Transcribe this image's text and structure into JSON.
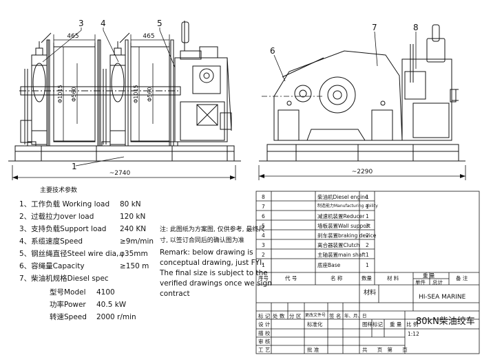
{
  "dimensions": {
    "left_total": "~2740",
    "drum_width_1": "465",
    "drum_width_2": "465",
    "drum_dia_1": "Φ1015",
    "drum_dia_2": "Φ560",
    "drum_dia_3": "Φ1015",
    "drum_dia_4": "Φ560",
    "right_total": "~2290"
  },
  "callouts": [
    "3",
    "4",
    "5",
    "6",
    "7",
    "8",
    "1"
  ],
  "specs": {
    "title": "主要技术参数",
    "rows": [
      {
        "label": "1、工作负载 Working load",
        "value": "80  kN"
      },
      {
        "label": "2、过载拉力over load",
        "value": "120 kN"
      },
      {
        "label": "3、支持负载Support load",
        "value": "240 KN"
      },
      {
        "label": "4、系缆速度Speed",
        "value": "≥9m/min"
      },
      {
        "label": "5、钢丝绳直径Steel wire dia,.",
        "value": "φ35mm"
      },
      {
        "label": "6、容绳量Capacity",
        "value": "≥150 m"
      },
      {
        "label": "7、柴油机规格Diesel spec",
        "value": ""
      }
    ],
    "diesel": [
      {
        "label": "型号Model",
        "value": "4100"
      },
      {
        "label": "功率Power",
        "value": "40.5 kW"
      },
      {
        "label": "转速Speed",
        "value": "2000 r/min"
      }
    ]
  },
  "note": {
    "cn_line1": "注: 此图纸为方案图, 仅供参考, 最终尺",
    "cn_line2": "寸, 以签订合同后的确认图为准",
    "en": [
      "Remark: below drawing is",
      "conceptual drawing, just FYI.",
      "The final size is subject to the",
      "verified drawings once we sign",
      "contract"
    ]
  },
  "parts_list": {
    "rows": [
      {
        "no": "8",
        "name": "柴油机Diesel engine",
        "qty": "1"
      },
      {
        "no": "7",
        "name": "制造能力Manufacturing ability",
        "qty": "1"
      },
      {
        "no": "6",
        "name": "减速机装置Reducer",
        "qty": "1"
      },
      {
        "no": "5",
        "name": "墙板装置Wall support",
        "qty": "3"
      },
      {
        "no": "4",
        "name": "刹车装置braking device",
        "qty": "2"
      },
      {
        "no": "3",
        "name": "离合器装置Clutch",
        "qty": "2"
      },
      {
        "no": "2",
        "name": "主轴装置main shaft",
        "qty": "1"
      },
      {
        "no": "1",
        "name": "底座Base",
        "qty": "1"
      }
    ],
    "headers": {
      "no": "序号",
      "code": "代 号",
      "name": "名 称",
      "qty": "数量",
      "material": "材 料",
      "single_weight": "单件",
      "total_weight": "总计",
      "weight": "重 量",
      "remark": "备 注"
    }
  },
  "title_block": {
    "material": "材料",
    "company": "HI-SEA MARINE",
    "drawing_title": "80kN柴油绞车",
    "mark": "标 记",
    "count": "处 数",
    "zone": "分 区",
    "change_doc": "更改文件号",
    "sign": "签 名",
    "date": "年、月、日",
    "design": "设 计",
    "draw": "描 校",
    "check": "审 核",
    "process": "工 艺",
    "standard": "标准化",
    "approve": "批 准",
    "stage_mark": "图样标记",
    "weight": "重 量",
    "scale_label": "比 例",
    "scale": "1:12",
    "sheets": "共      页   第      页"
  }
}
